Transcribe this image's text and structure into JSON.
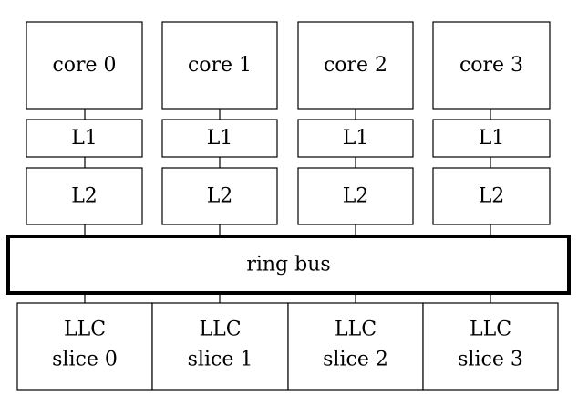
{
  "cores": [
    {
      "core_label": "core 0",
      "l1_label": "L1",
      "l2_label": "L2"
    },
    {
      "core_label": "core 1",
      "l1_label": "L1",
      "l2_label": "L2"
    },
    {
      "core_label": "core 2",
      "l1_label": "L1",
      "l2_label": "L2"
    },
    {
      "core_label": "core 3",
      "l1_label": "L1",
      "l2_label": "L2"
    }
  ],
  "ring_bus": {
    "label": "ring bus"
  },
  "llc_slices": [
    {
      "line1": "LLC",
      "line2": "slice 0"
    },
    {
      "line1": "LLC",
      "line2": "slice 1"
    },
    {
      "line1": "LLC",
      "line2": "slice 2"
    },
    {
      "line1": "LLC",
      "line2": "slice 3"
    }
  ]
}
